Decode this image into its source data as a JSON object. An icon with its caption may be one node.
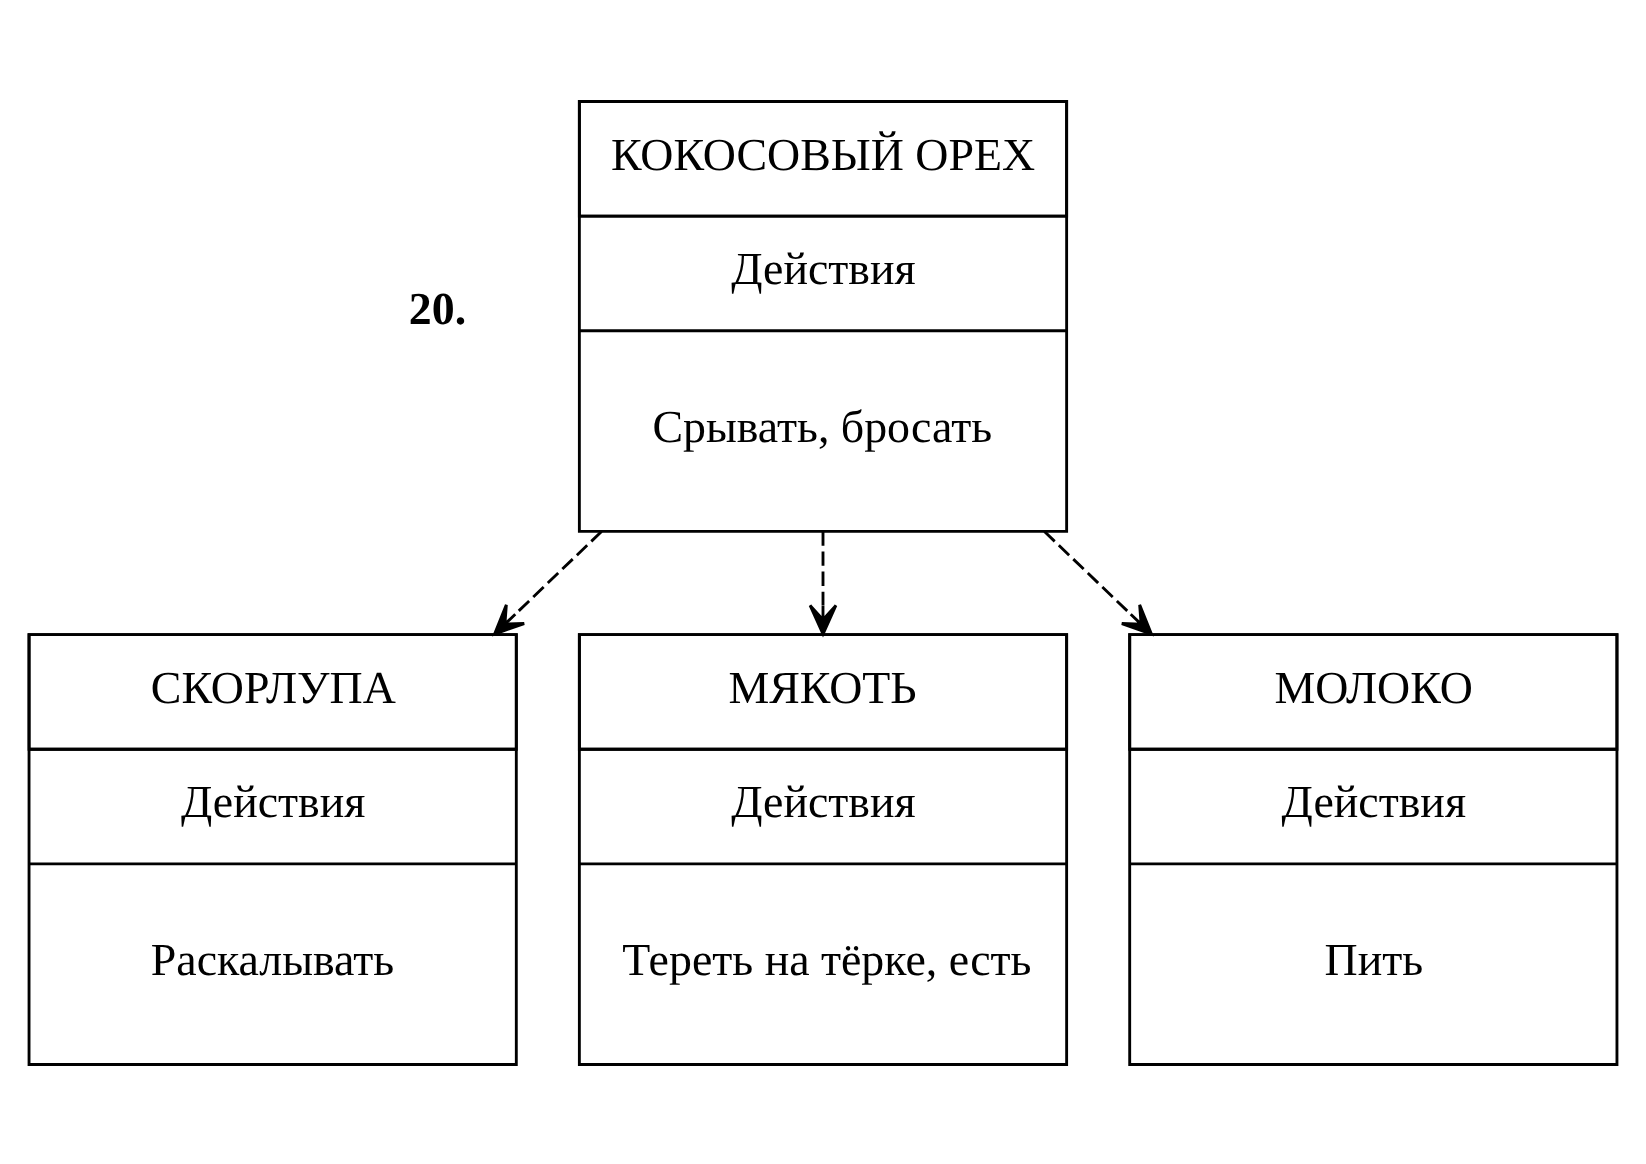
{
  "diagram": {
    "nodes": [
      {
        "text": [
          "КОКОСОВЫЙ ОРЕХ",
          "Действия",
          "Срывать, бросать"
        ]
      },
      {
        "text": [
          "СКОРЛУПА",
          "Действия",
          "Раскалывать"
        ]
      },
      {
        "text": [
          "МЯКОТЬ",
          "Действия",
          "Тереть на тёрке, есть"
        ]
      },
      {
        "text": [
          "МОЛОКО",
          "Действия",
          "Пить"
        ]
      }
    ],
    "edges": [
      {
        "from": 0,
        "to": 1,
        "arrow": "to",
        "style": "dashed"
      },
      {
        "from": 0,
        "to": 2,
        "arrow": "to",
        "style": "dashed"
      },
      {
        "from": 0,
        "to": 3,
        "arrow": "to",
        "style": "dashed"
      }
    ],
    "labels": [
      "20."
    ]
  }
}
